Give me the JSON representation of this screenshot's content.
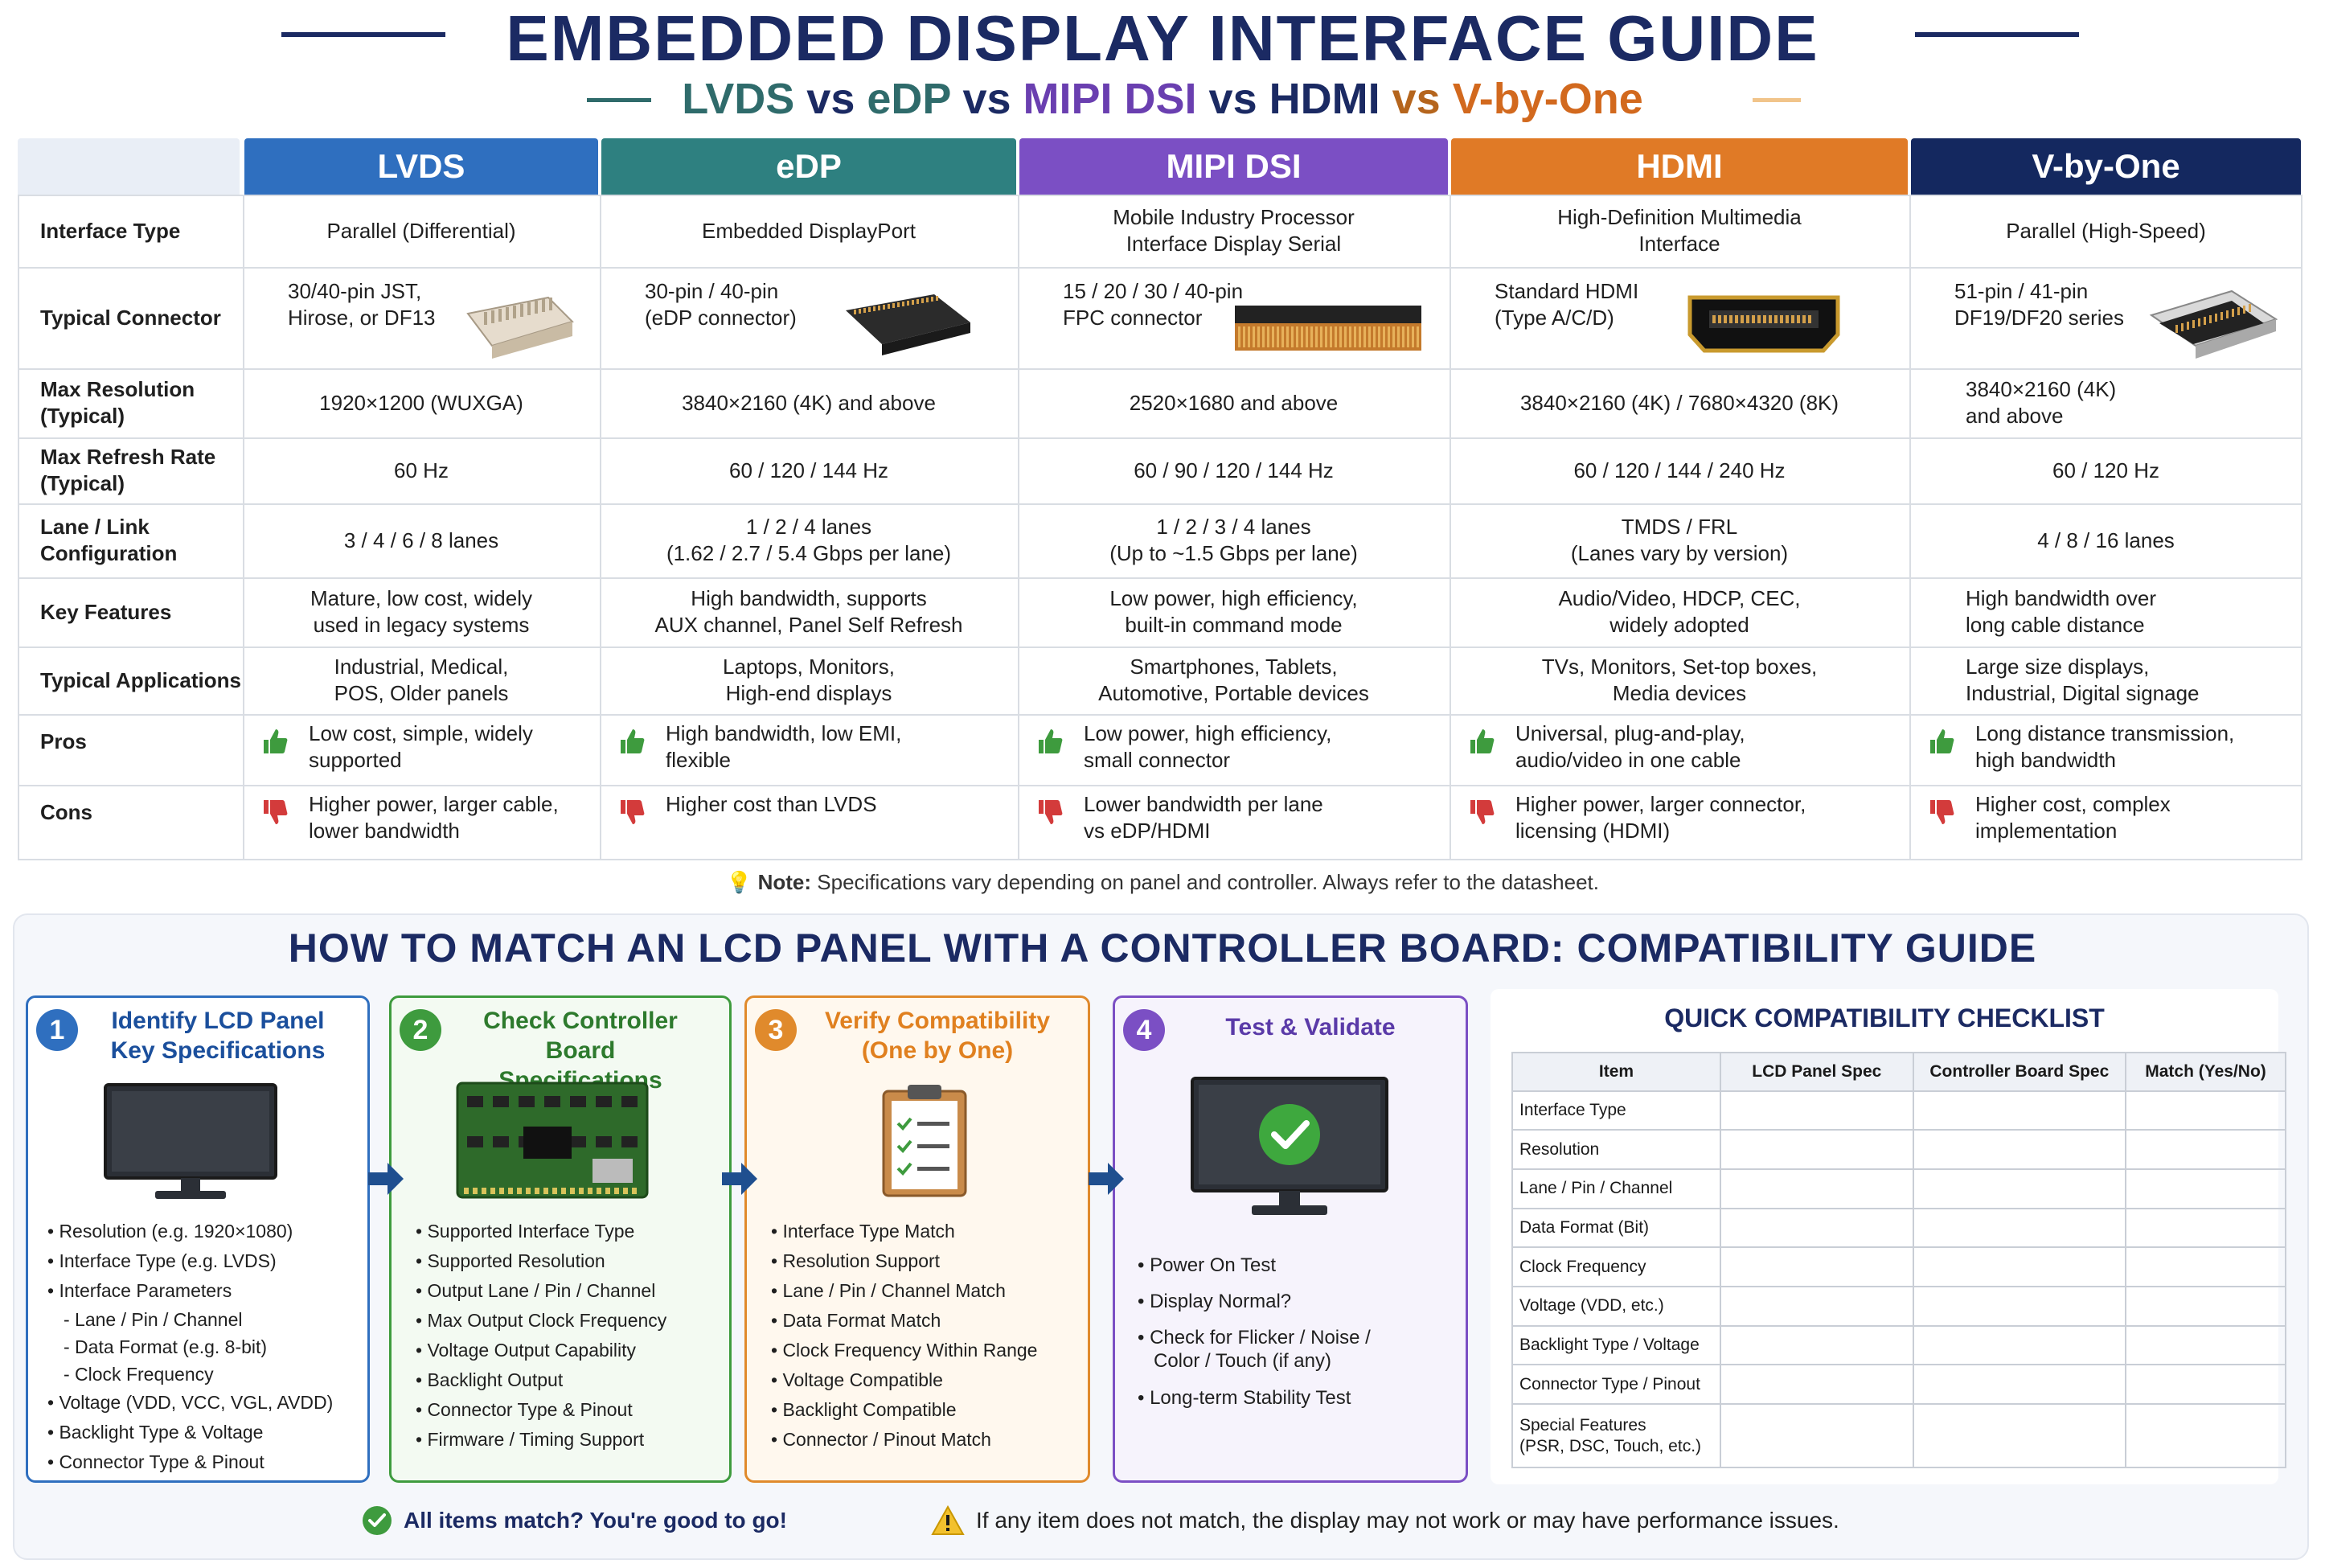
{
  "title": "EMBEDDED DISPLAY INTERFACE GUIDE",
  "subtitle_parts": [
    {
      "text": "LVDS",
      "color": "#2f6b6b"
    },
    {
      "text": " vs ",
      "color": "#1b2a63"
    },
    {
      "text": "eDP",
      "color": "#2f6b6b"
    },
    {
      "text": " vs ",
      "color": "#1b2a63"
    },
    {
      "text": "MIPI DSI",
      "color": "#6a3fb0"
    },
    {
      "text": " vs ",
      "color": "#1b2a63"
    },
    {
      "text": "HDMI",
      "color": "#1b2a63"
    },
    {
      "text": " vs ",
      "color": "#b5651d"
    },
    {
      "text": "V-by-One",
      "color": "#d2691e"
    }
  ],
  "colors": {
    "lvds": "#2f6fbf",
    "edp": "#2e8080",
    "mipi": "#7b4fc4",
    "hdmi": "#e07a26",
    "vbyone": "#14285f",
    "title": "#1b2a63",
    "pro_green": "#3e9b3e",
    "con_red": "#d33b3b"
  },
  "table": {
    "columns": [
      "LVDS",
      "eDP",
      "MIPI DSI",
      "HDMI",
      "V-by-One"
    ],
    "rows": [
      {
        "label": "Interface Type",
        "cells": [
          "Parallel (Differential)",
          "Embedded DisplayPort",
          "Mobile Industry Processor\nInterface Display Serial",
          "High-Definition Multimedia\nInterface",
          "Parallel (High-Speed)"
        ]
      },
      {
        "label": "Typical Connector",
        "cells": [
          "30/40-pin JST,\nHirose, or DF13",
          "30-pin / 40-pin\n(eDP connector)",
          "15 / 20 / 30 / 40-pin\nFPC connector",
          "Standard HDMI\n(Type A/C/D)",
          "51-pin / 41-pin\nDF19/DF20 series"
        ]
      },
      {
        "label": "Max Resolution\n(Typical)",
        "cells": [
          "1920×1200 (WUXGA)",
          "3840×2160 (4K) and above",
          "2520×1680 and above",
          "3840×2160 (4K) / 7680×4320 (8K)",
          "3840×2160 (4K)\nand above"
        ]
      },
      {
        "label": "Max Refresh Rate\n(Typical)",
        "cells": [
          "60 Hz",
          "60 / 120 / 144 Hz",
          "60 / 90 / 120 / 144 Hz",
          "60 / 120 / 144 / 240 Hz",
          "60 / 120 Hz"
        ]
      },
      {
        "label": "Lane / Link\nConfiguration",
        "cells": [
          "3 / 4 / 6 / 8 lanes",
          "1 / 2 / 4 lanes\n(1.62 / 2.7 / 5.4 Gbps per lane)",
          "1 / 2 / 3 / 4 lanes\n(Up to ~1.5 Gbps per lane)",
          "TMDS / FRL\n(Lanes vary by version)",
          "4 / 8 / 16 lanes"
        ]
      },
      {
        "label": "Key Features",
        "cells": [
          "Mature, low cost, widely\nused in legacy systems",
          "High bandwidth, supports\nAUX channel, Panel Self Refresh",
          "Low power, high efficiency,\nbuilt-in command mode",
          "Audio/Video, HDCP, CEC,\nwidely adopted",
          "High bandwidth over\nlong cable distance"
        ]
      },
      {
        "label": "Typical Applications",
        "cells": [
          "Industrial, Medical,\nPOS, Older panels",
          "Laptops, Monitors,\nHigh-end displays",
          "Smartphones, Tablets,\nAutomotive, Portable devices",
          "TVs, Monitors, Set-top boxes,\nMedia devices",
          "Large size displays,\nIndustrial, Digital signage"
        ]
      },
      {
        "label": "Pros",
        "cells": [
          "Low cost, simple, widely\nsupported",
          "High bandwidth, low EMI,\nflexible",
          "Low power, high efficiency,\nsmall connector",
          "Universal, plug-and-play,\naudio/video in one cable",
          "Long distance transmission,\nhigh bandwidth"
        ]
      },
      {
        "label": "Cons",
        "cells": [
          "Higher power, larger cable,\nlower bandwidth",
          "Higher cost than LVDS",
          "Lower bandwidth per lane\nvs eDP/HDMI",
          "Higher power, larger connector,\nlicensing (HDMI)",
          "Higher cost, complex\nimplementation"
        ]
      }
    ]
  },
  "note": {
    "label": "Note:",
    "text": " Specifications vary depending on panel and controller. Always refer to the datasheet."
  },
  "section2_title": "HOW TO MATCH AN LCD PANEL WITH A CONTROLLER BOARD: COMPATIBILITY GUIDE",
  "steps": [
    {
      "num": "1",
      "title": "Identify LCD Panel\nKey Specifications",
      "color": "#2f6fbf",
      "title_color": "#1b4f9c",
      "items": [
        {
          "t": "• Resolution (e.g. 1920×1080)"
        },
        {
          "t": "• Interface Type (e.g. LVDS)"
        },
        {
          "t": "• Interface Parameters"
        },
        {
          "t": "- Lane / Pin / Channel",
          "sub": true
        },
        {
          "t": "- Data Format (e.g. 8-bit)",
          "sub": true
        },
        {
          "t": "- Clock Frequency",
          "sub": true
        },
        {
          "t": "• Voltage (VDD, VCC, VGL, AVDD)"
        },
        {
          "t": "• Backlight Type & Voltage"
        },
        {
          "t": "• Connector Type & Pinout"
        }
      ]
    },
    {
      "num": "2",
      "title": "Check Controller Board\nSpecifications",
      "color": "#3e9b3e",
      "title_color": "#2d7a2d",
      "items": [
        {
          "t": "• Supported Interface Type"
        },
        {
          "t": "• Supported Resolution"
        },
        {
          "t": "• Output Lane / Pin / Channel"
        },
        {
          "t": "• Max Output Clock Frequency"
        },
        {
          "t": "• Voltage Output Capability"
        },
        {
          "t": "• Backlight Output"
        },
        {
          "t": "• Connector Type & Pinout"
        },
        {
          "t": "• Firmware / Timing Support"
        }
      ]
    },
    {
      "num": "3",
      "title": "Verify Compatibility\n(One by One)",
      "color": "#e08a2c",
      "title_color": "#e0801f",
      "items": [
        {
          "t": "• Interface Type Match"
        },
        {
          "t": "• Resolution Support"
        },
        {
          "t": "• Lane / Pin / Channel Match"
        },
        {
          "t": "• Data Format Match"
        },
        {
          "t": "• Clock Frequency Within Range"
        },
        {
          "t": "• Voltage Compatible"
        },
        {
          "t": "• Backlight Compatible"
        },
        {
          "t": "• Connector / Pinout Match"
        }
      ]
    },
    {
      "num": "4",
      "title": "Test & Validate",
      "color": "#7b4fc4",
      "title_color": "#5a3aa8",
      "items": [
        {
          "t": "• Power On Test"
        },
        {
          "t": "• Display Normal?"
        },
        {
          "t": "• Check for Flicker / Noise /"
        },
        {
          "t": "Color / Touch (if any)",
          "sub": true
        },
        {
          "t": "• Long-term Stability Test"
        }
      ]
    }
  ],
  "checklist": {
    "title": "QUICK COMPATIBILITY CHECKLIST",
    "headers": [
      "Item",
      "LCD Panel Spec",
      "Controller Board Spec",
      "Match (Yes/No)"
    ],
    "items": [
      "Interface Type",
      "Resolution",
      "Lane / Pin / Channel",
      "Data Format (Bit)",
      "Clock Frequency",
      "Voltage (VDD, etc.)",
      "Backlight Type / Voltage",
      "Connector Type / Pinout",
      "Special Features\n(PSR, DSC, Touch, etc.)"
    ]
  },
  "footer": {
    "ok_text": "All items match?  You're good to go!",
    "warn_text": "If any item does not match, the display may not work or may have performance issues."
  }
}
